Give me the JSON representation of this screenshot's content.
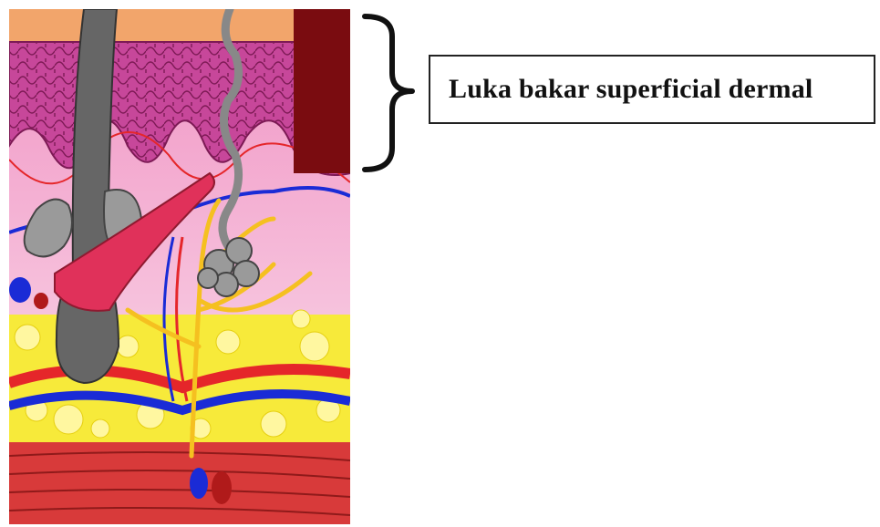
{
  "label": {
    "text": "Luka bakar superficial dermal"
  },
  "colors": {
    "epidermis_surface": "#f2a56b",
    "epidermis_cells": "#b0307a",
    "dermis_pink": "#f4b8d6",
    "burn_depth": "#7a0c10",
    "hair": "#666666",
    "fat": "#f7ea3a",
    "artery": "#e5262a",
    "vein": "#1a2bd6",
    "nerve": "#f5c020",
    "muscle": "#d83a3a"
  },
  "icons": {
    "bracket": "right-curly-brace",
    "skin": "skin-cross-section-illustration"
  }
}
